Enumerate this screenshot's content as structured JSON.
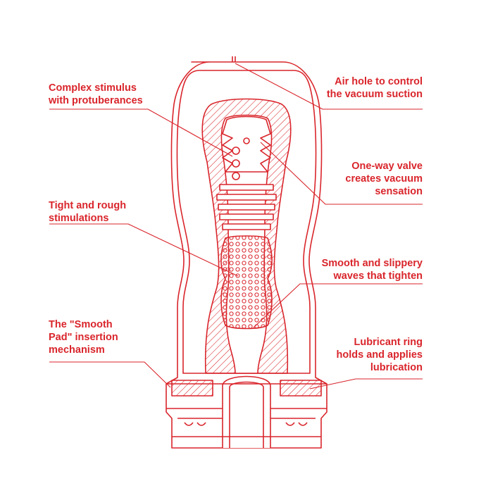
{
  "colors": {
    "accent": "#d9252b",
    "background": "#ffffff"
  },
  "labels": {
    "complex_stimulus": {
      "line1": "Complex stimulus",
      "line2": "with protuberances"
    },
    "air_hole": {
      "line1": "Air hole to control",
      "line2": "the vacuum suction"
    },
    "one_way_valve": {
      "line1": "One-way valve",
      "line2": "creates vacuum",
      "line3": "sensation"
    },
    "tight_rough": {
      "line1": "Tight and rough",
      "line2": "stimulations"
    },
    "smooth_slippery": {
      "line1": "Smooth and slippery",
      "line2": "waves that tighten"
    },
    "smooth_pad": {
      "line1": "The \"Smooth",
      "line2": "Pad\" insertion",
      "line3": "mechanism"
    },
    "lubricant_ring": {
      "line1": "Lubricant ring",
      "line2": "holds and applies",
      "line3": "lubrication"
    }
  }
}
